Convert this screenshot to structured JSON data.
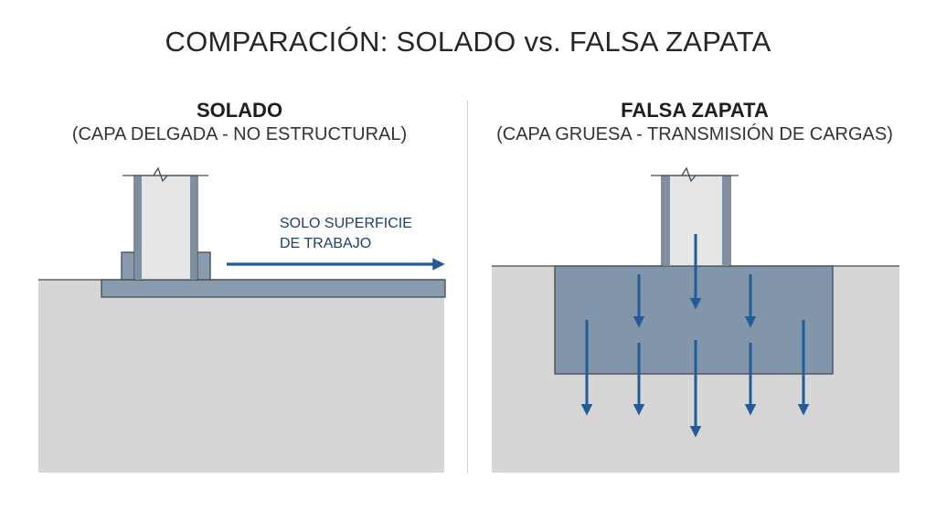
{
  "title": "COMPARACIÓN: SOLADO vs. FALSA ZAPATA",
  "left_panel": {
    "title": "SOLADO",
    "subtitle": "(CAPA DELGADA - NO ESTRUCTURAL)",
    "annotation_line1": "SOLO SUPERFICIE",
    "annotation_line2": "DE TRABAJO"
  },
  "right_panel": {
    "title": "FALSA ZAPATA",
    "subtitle": "(CAPA GRUESA - TRANSMISIÓN DE CARGAS)"
  },
  "colors": {
    "soil": "#d6d6d6",
    "concrete_layer": "#8196ab",
    "column_fill": "#e6e6e6",
    "column_steel": "#7f8f9f",
    "arrow": "#235a9a",
    "outline": "#3f4a55"
  }
}
